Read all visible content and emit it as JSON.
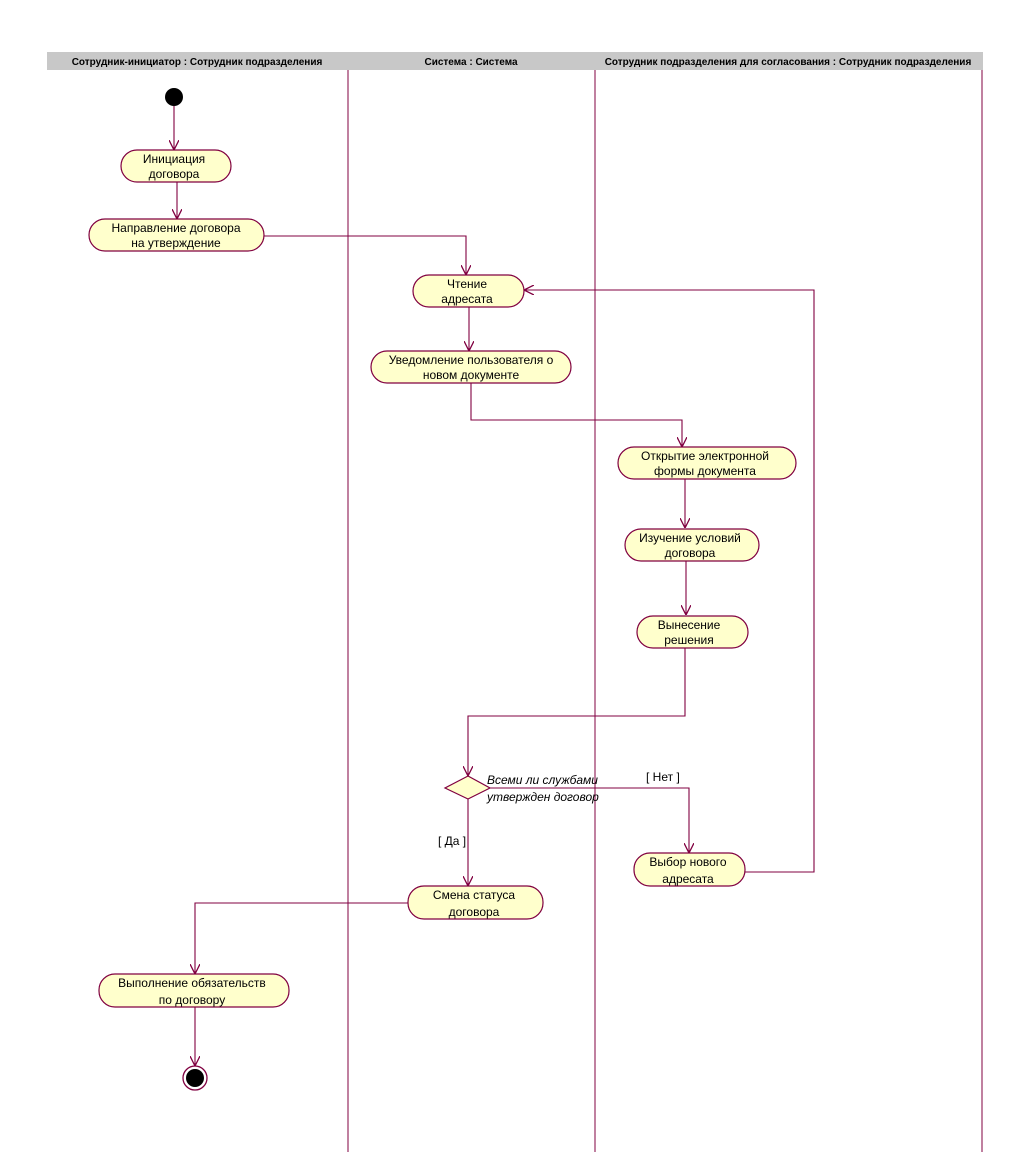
{
  "lanes": {
    "initiator": "Сотрудник-инициатор : Сотрудник подразделения",
    "system": "Система : Система",
    "approver": "Сотрудник подразделения для согласования : Сотрудник подразделения"
  },
  "activities": {
    "initiation": [
      "Инициация",
      "договора"
    ],
    "send_for_approval": [
      "Направление договора",
      "на утверждение"
    ],
    "read_addressee": [
      "Чтение",
      "адресата"
    ],
    "notify_user": [
      "Уведомление пользователя о",
      "новом документе"
    ],
    "open_form": [
      "Открытие электронной",
      "формы документа"
    ],
    "study_terms": [
      "Изучение условий",
      "договора"
    ],
    "make_decision": [
      "Вынесение",
      "решения"
    ],
    "choose_new_addressee": [
      "Выбор нового",
      "адресата"
    ],
    "change_status": [
      "Смена статуса",
      "договора"
    ],
    "fulfill_obligations": [
      "Выполнение обязательств",
      "по договору"
    ]
  },
  "decision": {
    "question": [
      "Всеми ли службами",
      "утвержден договор"
    ],
    "guard_yes": "[ Да ]",
    "guard_no": "[ Нет ]"
  }
}
